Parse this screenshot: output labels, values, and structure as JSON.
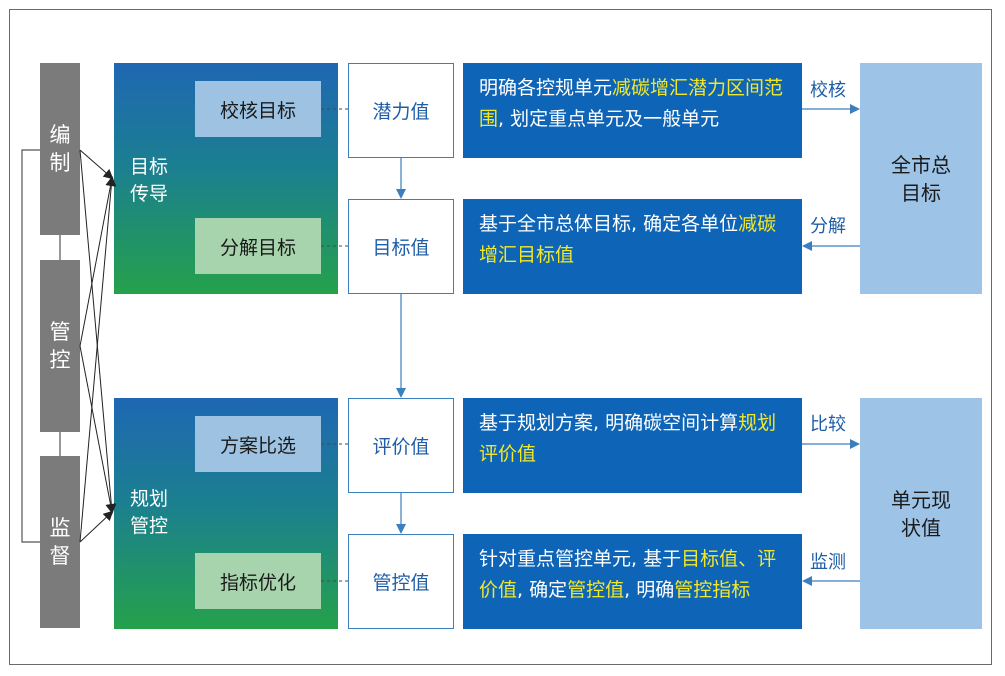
{
  "side_labels": [
    {
      "text": "编制"
    },
    {
      "text": "管控"
    },
    {
      "text": "监督"
    }
  ],
  "sections": [
    {
      "label": "目标传导",
      "subs": [
        "校核目标",
        "分解目标"
      ],
      "values": [
        "潜力值",
        "目标值"
      ]
    },
    {
      "label": "规划管控",
      "subs": [
        "方案比选",
        "指标优化"
      ],
      "values": [
        "评价值",
        "管控值"
      ]
    }
  ],
  "descriptions": [
    [
      {
        "t": "明确各控规单元"
      },
      {
        "t": "减碳增汇潜力区间范围",
        "hl": true
      },
      {
        "t": ", 划定重点单元及一般单元"
      }
    ],
    [
      {
        "t": "基于全市总体目标, 确定各单位"
      },
      {
        "t": "减碳增汇目标值",
        "hl": true
      }
    ],
    [
      {
        "t": "基于规划方案, 明确碳空间计算"
      },
      {
        "t": "规划评价值",
        "hl": true
      }
    ],
    [
      {
        "t": "针对重点管控单元, 基于"
      },
      {
        "t": "目标值、评价值",
        "hl": true
      },
      {
        "t": ", 确定"
      },
      {
        "t": "管控值",
        "hl": true
      },
      {
        "t": ", 明确"
      },
      {
        "t": "管控指标",
        "hl": true
      }
    ]
  ],
  "right_boxes": [
    "全市总目标",
    "单元现状值"
  ],
  "edge_labels": [
    "校核",
    "分解",
    "比较",
    "监测"
  ],
  "colors": {
    "side_gray": "#7b7b7b",
    "gradient_top": "#1f67b3",
    "gradient_bottom": "#25a14b",
    "desc_blue": "#0e64b6",
    "highlight_yellow": "#f2e82a",
    "right_light_blue": "#9dc4e6",
    "arrow_blue": "#3c7fbe"
  }
}
